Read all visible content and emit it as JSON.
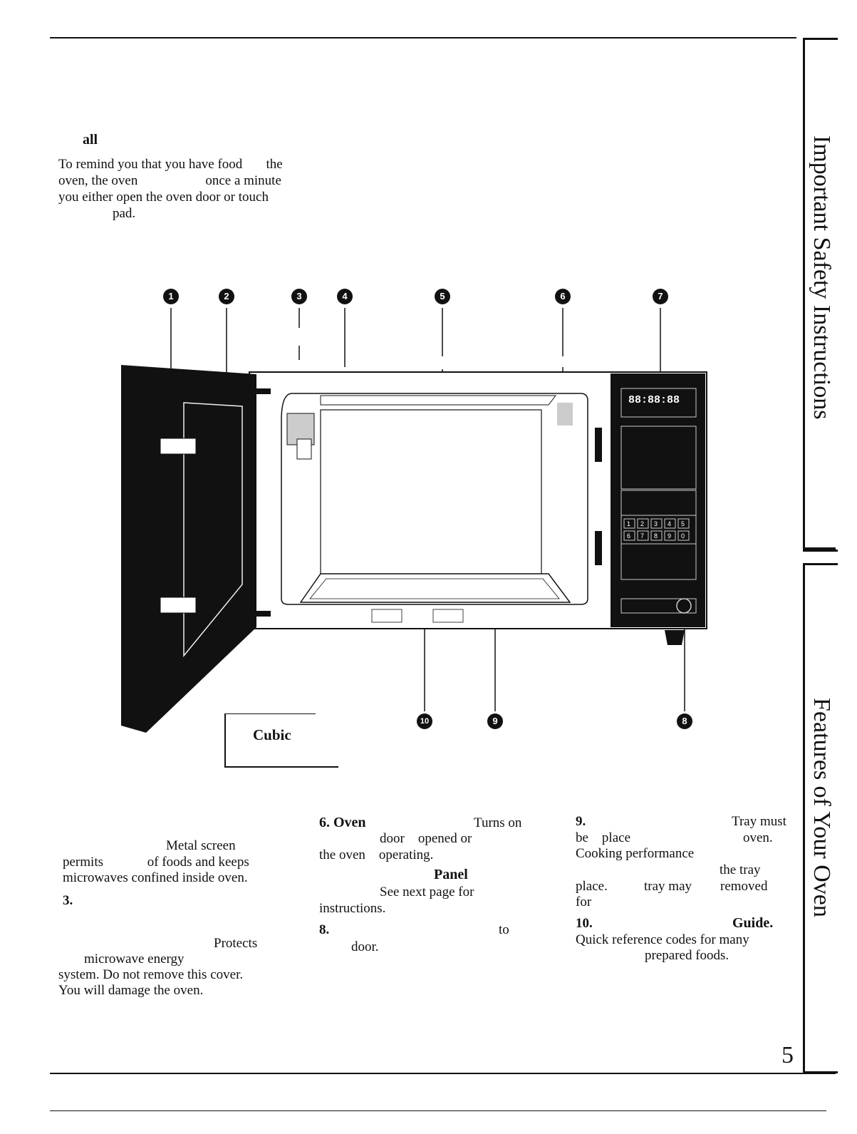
{
  "reminder": {
    "heading": "all",
    "lines": [
      "To remind you that you have food       the",
      "oven, the oven                    once a minute",
      "you either open the oven door or touch",
      "                pad."
    ]
  },
  "callouts": [
    "1",
    "2",
    "3",
    "4",
    "5",
    "6",
    "7",
    "8",
    "9",
    "10"
  ],
  "control_panel": {
    "display": "88:88:88",
    "digit_row1": [
      "1",
      "2",
      "3",
      "4",
      "5"
    ],
    "digit_row2": [
      "6",
      "7",
      "8",
      "9",
      "0"
    ]
  },
  "capacity_box": {
    "label": "Cubic"
  },
  "col1": {
    "lines": [
      "Metal screen",
      "permits             of foods and keeps",
      "microwaves confined inside oven.",
      "3.",
      "Protects",
      "microwave energy",
      "system. Do not remove this cover.",
      "You will damage the oven."
    ]
  },
  "col2": {
    "item6": "6. Oven",
    "item6_tail": "Turns on",
    "l2": "door    opened or",
    "l3": "the oven    operating.",
    "panel": "Panel",
    "l5": "See next page for",
    "l6": "instructions.",
    "item8": "8.",
    "item8_tail": "to",
    "l8": "door."
  },
  "col3": {
    "item9": "9.",
    "item9_tail": "Tray must",
    "l2a": "be    place",
    "l2b": "oven.",
    "l3": "Cooking performance",
    "l4": "the tray",
    "l5a": "place.",
    "l5b": "tray may",
    "l5c": "removed",
    "l6": "for",
    "item10": "10.",
    "item10_tail": "Guide.",
    "l8": "Quick reference codes for many",
    "l9": "prepared foods."
  },
  "tabs": {
    "top": "Important Safety Instructions",
    "bottom": "Features of Your Oven"
  },
  "page_number": "5"
}
